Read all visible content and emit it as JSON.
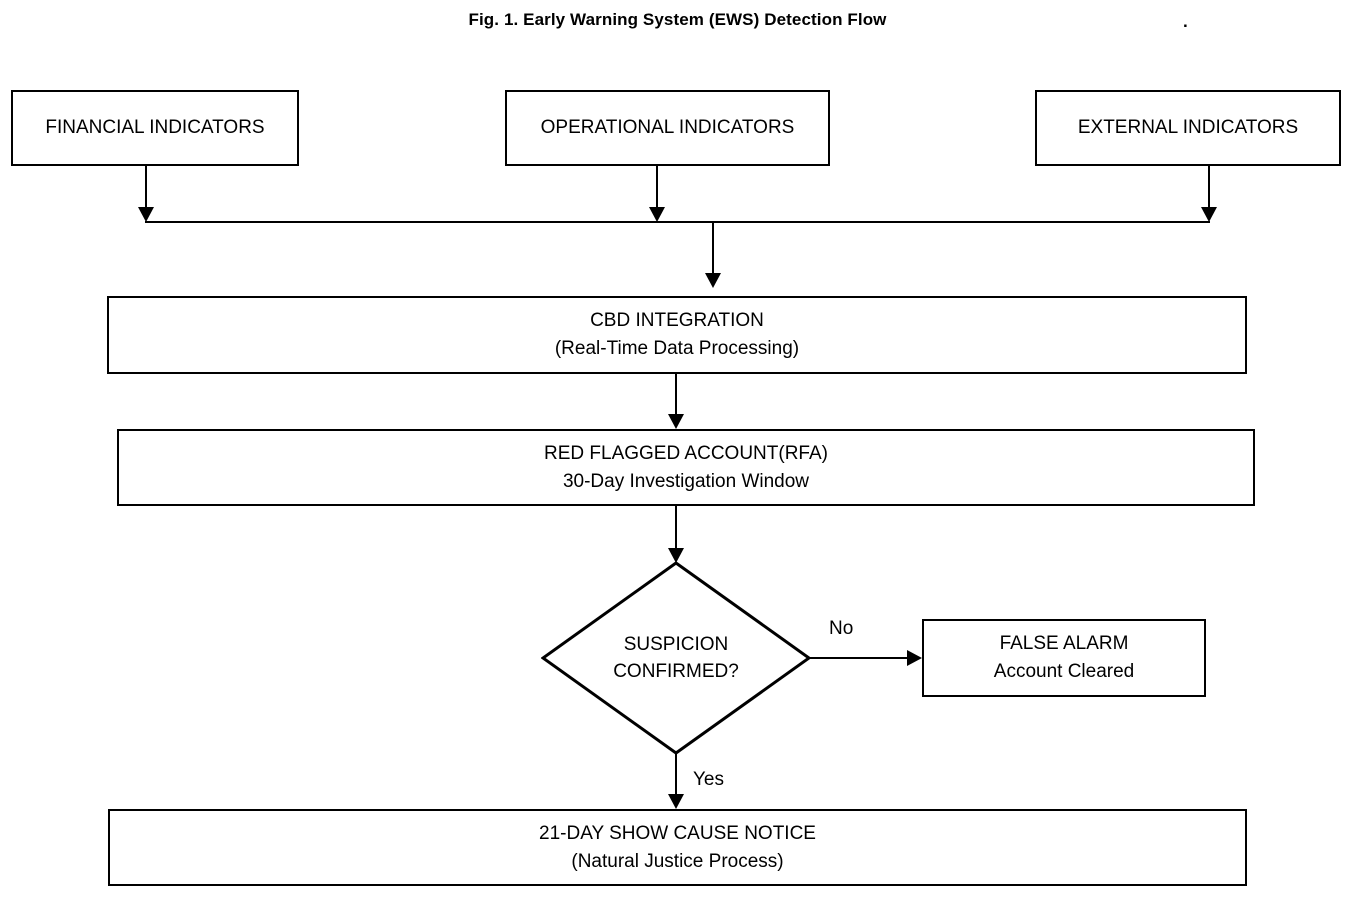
{
  "figure": {
    "title": "Fig. 1. Early Warning System (EWS) Detection Flow",
    "trailing_mark": ".",
    "stroke_color": "#000000",
    "background_color": "#ffffff"
  },
  "nodes": {
    "financial_indicators": {
      "label": "FINANCIAL INDICATORS"
    },
    "operational_indicators": {
      "label": "OPERATIONAL INDICATORS"
    },
    "external_indicators": {
      "label": "EXTERNAL INDICATORS"
    },
    "cbd_integration": {
      "line1": "CBD INTEGRATION",
      "line2": "(Real-Time Data Processing)"
    },
    "red_flagged_account": {
      "line1": "RED FLAGGED ACCOUNT(RFA)",
      "line2": "30-Day Investigation Window"
    },
    "decision": {
      "line1": "SUSPICION",
      "line2": "CONFIRMED?"
    },
    "false_alarm": {
      "line1": "FALSE ALARM",
      "line2": "Account Cleared"
    },
    "show_cause_notice": {
      "line1": "21-DAY SHOW CAUSE NOTICE",
      "line2": "(Natural Justice Process)"
    }
  },
  "edges": {
    "decision_no": {
      "label": "No"
    },
    "decision_yes": {
      "label": "Yes"
    }
  }
}
